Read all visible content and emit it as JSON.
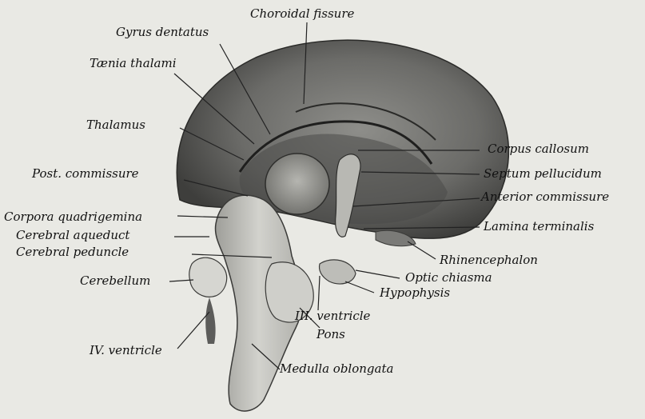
{
  "labels": {
    "choroidal_fissure": "Choroidal fissure",
    "gyrus_dentatus": "Gyrus dentatus",
    "taenia_thalami": "Tænia thalami",
    "thalamus": "Thalamus",
    "post_commissure": "Post. commissure",
    "corpora_quadrigemina": "Corpora quadrigemina",
    "cerebral_aqueduct": "Cerebral aqueduct",
    "cerebral_peduncle": "Cerebral peduncle",
    "cerebellum": "Cerebellum",
    "iv_ventricle": "IV. ventricle",
    "corpus_callosum": "Corpus callosum",
    "septum_pellucidum": "Septum pellucidum",
    "anterior_commissure": "Anterior commissure",
    "lamina_terminalis": "Lamina terminalis",
    "rhinencephalon": "Rhinencephalon",
    "optic_chiasma": "Optic chiasma",
    "hypophysis": "Hypophysis",
    "iii_ventricle": "III. ventricle",
    "pons": "Pons",
    "medulla_oblongata": "Medulla oblongata"
  },
  "colors": {
    "background": "#e9e9e4",
    "hemisphere": "#5a5a58",
    "brainstem": "#c9c9c4",
    "ink": "#111111"
  }
}
